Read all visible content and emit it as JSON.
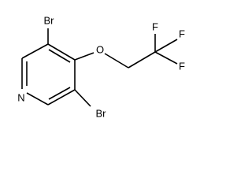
{
  "molecule": {
    "atoms": {
      "nitrogen": "N",
      "oxygen": "O",
      "bromine_top": "Br",
      "bromine_bottom": "Br",
      "fluorine_top": "F",
      "fluorine_right": "F",
      "fluorine_bottom": "F"
    }
  },
  "colors": {
    "bond": "#000000",
    "text": "#000000",
    "background": "#ffffff"
  }
}
